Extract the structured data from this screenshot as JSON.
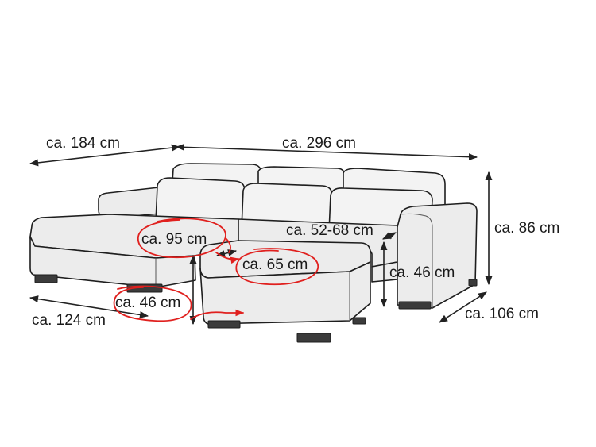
{
  "dimensions": {
    "left_width": "ca. 184 cm",
    "total_width": "ca. 296 cm",
    "height": "ca. 86 cm",
    "right_depth": "ca. 106 cm",
    "chaise_depth": "ca. 124 cm",
    "chaise_seat_depth": "ca. 95 cm",
    "ottoman_width": "ca. 65 cm",
    "ottoman_height": "ca. 46 cm",
    "seat_height": "ca. 46 cm",
    "seat_depth": "ca. 52-68 cm"
  },
  "colors": {
    "upholstery": "#ececec",
    "outline": "#1e1e1e",
    "legs": "#3b3b3b",
    "annotation": "#e0201e"
  }
}
